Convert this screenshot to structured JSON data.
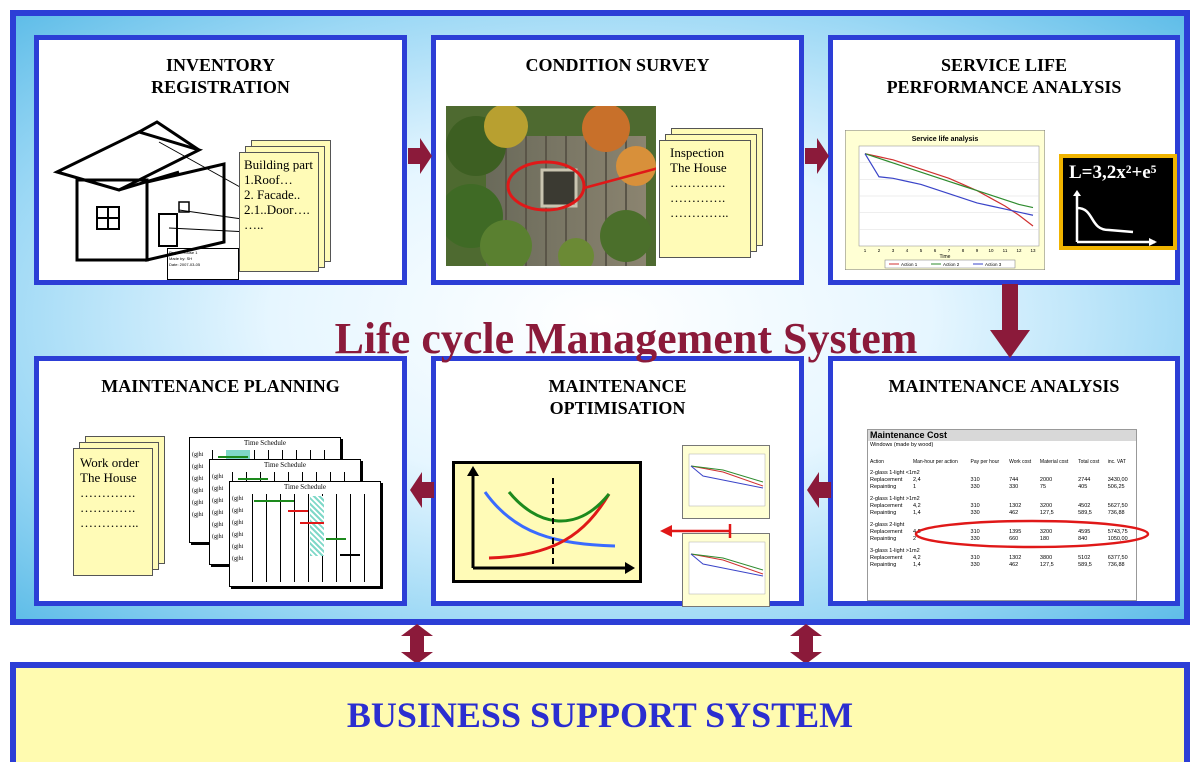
{
  "panels": {
    "inventory": {
      "title": "INVENTORY\nREGISTRATION",
      "note_lines": "Building part\n1.Roof…\n2. Facade..\n2.1..Door….\n…..",
      "stamp_lines": [
        "Project House 1",
        "Made by: SH",
        "Date: 2007-03-05"
      ]
    },
    "condition": {
      "title": "CONDITION SURVEY",
      "note_lines": "Inspection\nThe House\n………….\n………….\n………….."
    },
    "service": {
      "title": "SERVICE LIFE\nPERFORMANCE ANALYSIS",
      "formula": "L=3,2x²+e⁵"
    },
    "planning": {
      "title": "MAINTENANCE PLANNING",
      "note_lines": "Work order\nThe House\n………….\n………….\n…………..",
      "schedule_title": "Time Schedule",
      "schedule_row_label": "(gjhi"
    },
    "optimisation": {
      "title": "MAINTENANCE\nOPTIMISATION"
    },
    "analysis": {
      "title": "MAINTENANCE ANALYSIS"
    }
  },
  "center_title": "Life cycle Management System",
  "business_support": "BUSINESS SUPPORT SYSTEM",
  "chart_data": {
    "type": "line",
    "title": "Service life analysis",
    "xlabel": "Time",
    "x": [
      1,
      2,
      3,
      4,
      5,
      6,
      7,
      8,
      9,
      10,
      11,
      12,
      13
    ],
    "series": [
      {
        "name": "Action 1",
        "color": "#d03030",
        "values": [
          100,
          98,
          96,
          93,
          90,
          87,
          84,
          80,
          76,
          71,
          66,
          60,
          53
        ]
      },
      {
        "name": "Action 2",
        "color": "#2e8b2e",
        "values": [
          100,
          97,
          94,
          91,
          88,
          85,
          82,
          79,
          76,
          73,
          70,
          67,
          65
        ]
      },
      {
        "name": "Action 3",
        "color": "#3a44c8",
        "values": [
          100,
          85,
          84,
          82,
          80,
          77,
          74,
          71,
          68,
          66,
          64,
          62,
          60
        ]
      }
    ]
  },
  "maintenance_cost": {
    "title": "Maintenance Cost",
    "subtitle": "Windows (made by wood)",
    "columns": [
      "Action",
      "Man-hour per action",
      "Pay per hour",
      "Work cost",
      "Material cost",
      "Total cost",
      "inc. VAT"
    ],
    "groups": [
      {
        "name": "2-glass 1-light <1m2",
        "rows": [
          [
            "Replacement",
            "2,4",
            "310",
            "744",
            "2000",
            "2744",
            "3430,00"
          ],
          [
            "Repainting",
            "1",
            "330",
            "330",
            "75",
            "405",
            "506,25"
          ]
        ]
      },
      {
        "name": "2-glass 1-light >1m2",
        "rows": [
          [
            "Replacement",
            "4,2",
            "310",
            "1302",
            "3200",
            "4502",
            "5627,50"
          ],
          [
            "Repainting",
            "1,4",
            "330",
            "462",
            "127,5",
            "589,5",
            "736,88"
          ]
        ]
      },
      {
        "name": "2-glass 2-light",
        "rows": [
          [
            "Replacement",
            "4,5",
            "310",
            "1395",
            "3200",
            "4595",
            "5743,75"
          ],
          [
            "Repainting",
            "2",
            "330",
            "660",
            "180",
            "840",
            "1050,00"
          ]
        ]
      },
      {
        "name": "3-glass 1-light >1m2",
        "rows": [
          [
            "Replacement",
            "4,2",
            "310",
            "1302",
            "3800",
            "5102",
            "6377,50"
          ],
          [
            "Repainting",
            "1,4",
            "330",
            "462",
            "127,5",
            "589,5",
            "736,88"
          ]
        ]
      }
    ]
  },
  "colors": {
    "frame": "#2c3ed6",
    "arrow": "#8b1a3a",
    "title": "#8b1a3a",
    "bss_text": "#2b2ed0",
    "bss_bg": "#fffbb0"
  }
}
